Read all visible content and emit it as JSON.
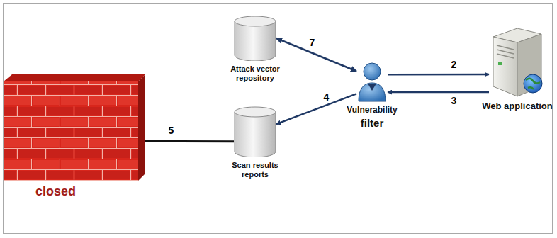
{
  "diagram": {
    "nodes": [
      {
        "text": [
          "closed"
        ]
      },
      {
        "text": [
          "Attack vector repository"
        ]
      },
      {
        "text": [
          "Scan results reports"
        ]
      },
      {
        "text": [
          "Vulnerability",
          "filter"
        ]
      },
      {
        "text": [
          "Web application"
        ]
      }
    ],
    "edges": [
      {
        "from": 3,
        "to": 1,
        "arrow": "both",
        "label": "7"
      },
      {
        "from": 3,
        "to": 4,
        "arrow": "to",
        "label": "2"
      },
      {
        "from": 4,
        "to": 3,
        "arrow": "to",
        "label": "3"
      },
      {
        "from": 3,
        "to": 2,
        "arrow": "to",
        "label": "4"
      },
      {
        "from": 0,
        "to": 2,
        "arrow": "none",
        "label": "5"
      }
    ]
  }
}
